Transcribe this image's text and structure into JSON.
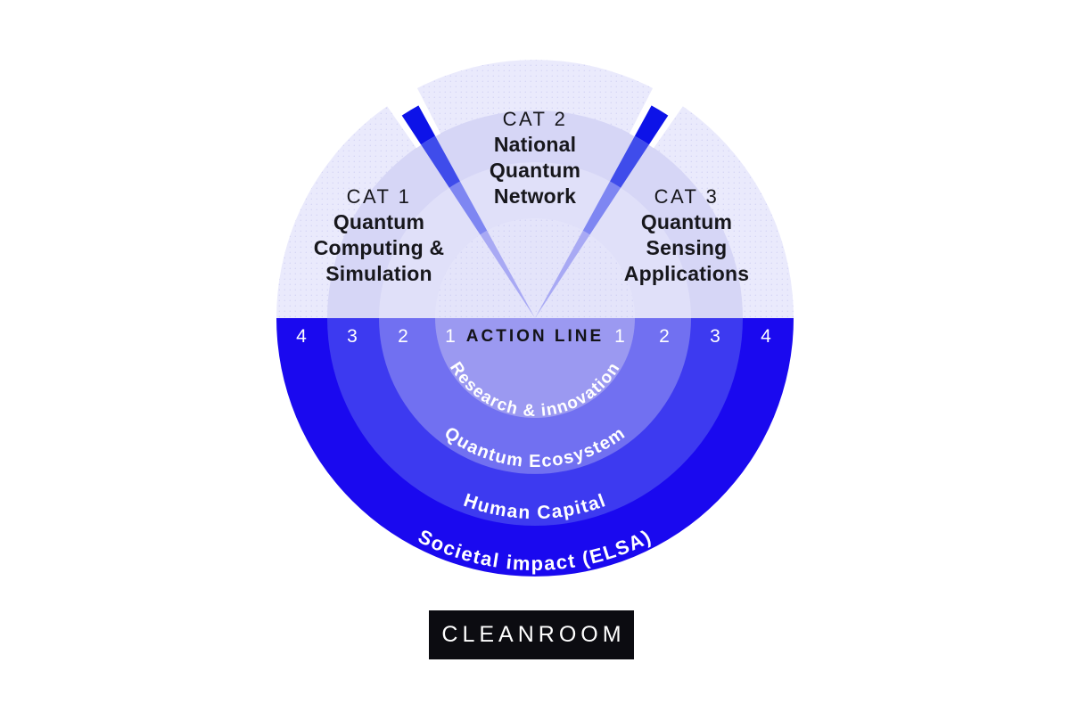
{
  "diagram": {
    "center_label": "ACTION LINE",
    "sectors": [
      {
        "id": "cat1",
        "category": "CAT 1",
        "title_lines": [
          "Quantum",
          "Computing &",
          "Simulation"
        ]
      },
      {
        "id": "cat2",
        "category": "CAT 2",
        "title_lines": [
          "National",
          "Quantum",
          "Network"
        ]
      },
      {
        "id": "cat3",
        "category": "CAT 3",
        "title_lines": [
          "Quantum",
          "Sensing",
          "Applications"
        ]
      }
    ],
    "action_lines": [
      {
        "number": "1",
        "label": "Research & innovation"
      },
      {
        "number": "2",
        "label": "Quantum Ecosystem"
      },
      {
        "number": "3",
        "label": "Human Capital"
      },
      {
        "number": "4",
        "label": "Societal impact (ELSA)"
      }
    ],
    "cleanroom_label": "CLEANROOM"
  },
  "colors": {
    "background": "#ffffff",
    "action_ring_1": "#9b99f1",
    "action_ring_2": "#7170f1",
    "action_ring_3": "#3d3af0",
    "action_ring_4": "#1a09ef",
    "sector_ring_1": "#e4e4fa",
    "sector_ring_2": "#e0e0f9",
    "sector_ring_3": "#d6d6f6",
    "sector_ring_4": "#eaeafc",
    "divider_segment_1": "#a8a9f4",
    "divider_segment_2": "#7e86f2",
    "divider_segment_3": "#3f4ceb",
    "divider_segment_4": "#0d13e8",
    "sector_gap": "#ffffff",
    "ring_number_text": "#ffffff",
    "curved_label_text": "#ffffff",
    "center_label_text": "#131318",
    "sector_text": "#17171c",
    "cleanroom_background": "#0c0c11",
    "cleanroom_text": "#ffffff"
  }
}
